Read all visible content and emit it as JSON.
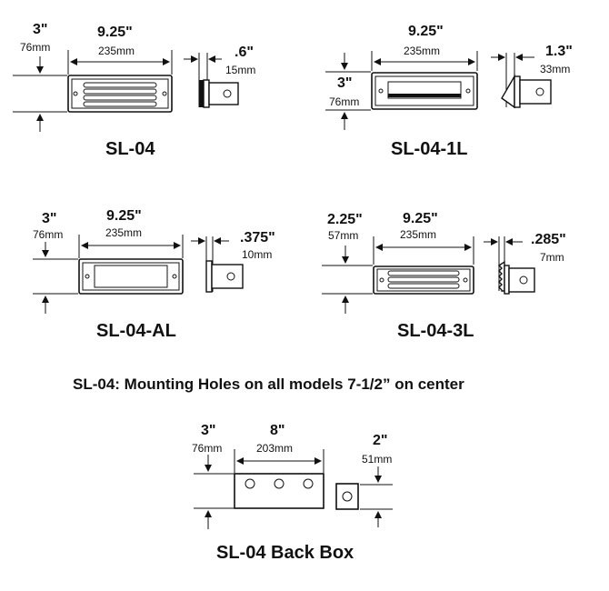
{
  "units": [
    {
      "name": "SL-04",
      "height_in": "3\"",
      "height_mm": "76mm",
      "width_in": "9.25\"",
      "width_mm": "235mm",
      "depth_in": ".6\"",
      "depth_mm": "15mm"
    },
    {
      "name": "SL-04-1L",
      "height_in": "3\"",
      "height_mm": "76mm",
      "width_in": "9.25\"",
      "width_mm": "235mm",
      "depth_in": "1.3\"",
      "depth_mm": "33mm"
    },
    {
      "name": "SL-04-AL",
      "height_in": "3\"",
      "height_mm": "76mm",
      "width_in": "9.25\"",
      "width_mm": "235mm",
      "depth_in": ".375\"",
      "depth_mm": "10mm"
    },
    {
      "name": "SL-04-3L",
      "height_in": "2.25\"",
      "height_mm": "57mm",
      "width_in": "9.25\"",
      "width_mm": "235mm",
      "depth_in": ".285\"",
      "depth_mm": "7mm"
    }
  ],
  "mounting_note": "SL-04: Mounting Holes on all models 7-1/2” on center",
  "back_box": {
    "name": "SL-04 Back Box",
    "height_in": "3\"",
    "height_mm": "76mm",
    "width_in": "8\"",
    "width_mm": "203mm",
    "depth_in": "2\"",
    "depth_mm": "51mm"
  }
}
